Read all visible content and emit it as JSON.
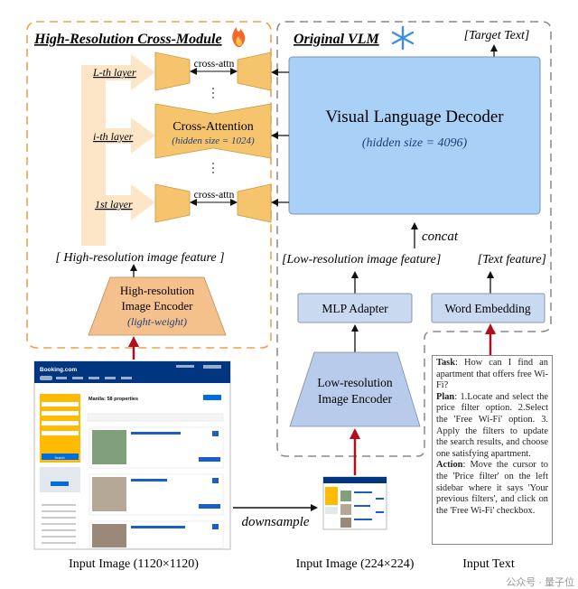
{
  "left_module": {
    "title": "High-Resolution Cross-Module",
    "title_icon": "fire-icon",
    "layers": [
      "L-th layer",
      "i-th layer",
      "1st layer"
    ],
    "cross_attn_label": "cross-attn",
    "cross_attention_title": "Cross-Attention",
    "cross_attention_size": "(hidden size = 1024)",
    "feature_label": "[ High-resolution image feature ]",
    "encoder_line1": "High-resolution",
    "encoder_line2": "Image Encoder",
    "encoder_note": "(light-weight)"
  },
  "vlm": {
    "title": "Original VLM",
    "title_icon": "snowflake-icon",
    "target_text": "[Target Text]",
    "decoder_title": "Visual Language Decoder",
    "decoder_size": "(hidden size = 4096)",
    "concat_label": "concat",
    "low_res_feature": "[Low-resolution image feature]",
    "text_feature": "[Text feature]",
    "mlp_adapter": "MLP Adapter",
    "word_embedding": "Word Embedding",
    "low_res_encoder_line1": "Low-resolution",
    "low_res_encoder_line2": "Image Encoder"
  },
  "inputs": {
    "high_res_caption": "Input Image (1120×1120)",
    "low_res_caption": "Input Image (224×224)",
    "text_caption": "Input Text",
    "downsample_label": "downsample"
  },
  "screenshot": {
    "brand": "Booking.com",
    "heading": "Manila: 58 properties",
    "search_button": "Search"
  },
  "input_text": {
    "task_label": "Task",
    "task": ": How can I find an apartment that offers free Wi-Fi?",
    "plan_label": "Plan",
    "plan": ": 1.Locate and select the price filter option. 2.Select the 'Free Wi-Fi' option. 3. Apply the filters to update the search results, and choose one satisfying apartment.",
    "action_label": "Action",
    "action": ": Move the cursor to the 'Price filter' on the left sidebar where it says 'Your previous filters', and click on the 'Free Wi-Fi' checkbox."
  },
  "watermark": "公众号 · 量子位",
  "colors": {
    "orange_border": "#F2A046",
    "cross_attn_fill": "#F6C46C",
    "encoder_fill": "#F4C08C",
    "decoder_fill": "#A9D0F6",
    "module_fill": "#C9D9F0",
    "low_res_encoder_fill": "#B8CBEA",
    "red_arrow": "#B0101E",
    "note_blue": "#1F3F7A"
  }
}
